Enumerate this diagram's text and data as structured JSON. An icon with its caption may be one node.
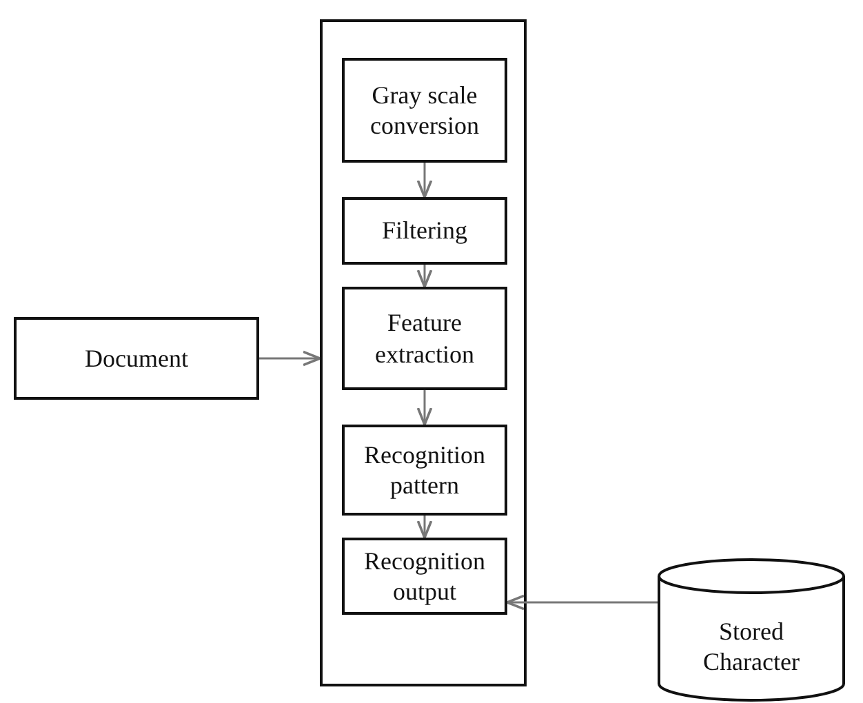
{
  "diagram": {
    "nodes": [
      {
        "text": [
          "Document"
        ]
      },
      {
        "text": [],
        "shape": "box"
      },
      {
        "text": [
          "Gray scale conversion"
        ],
        "in": 1
      },
      {
        "text": [
          "Filtering"
        ],
        "in": 1
      },
      {
        "text": [
          "Feature extraction"
        ],
        "in": 1
      },
      {
        "text": [
          "Recognition pattern"
        ],
        "in": 1
      },
      {
        "text": [
          "Recognition output"
        ],
        "in": 1
      },
      {
        "text": [
          "Stored Character"
        ]
      }
    ],
    "edges": [
      {
        "from": 2,
        "to": 3,
        "arrow": "to"
      },
      {
        "from": 3,
        "to": 4,
        "arrow": "to"
      },
      {
        "from": 4,
        "to": 5,
        "arrow": "to"
      },
      {
        "from": 5,
        "to": 6,
        "arrow": "to"
      },
      {
        "from": 0,
        "to": 1,
        "arrow": "to"
      },
      {
        "from": 7,
        "to": 6,
        "arrow": "to"
      }
    ]
  }
}
